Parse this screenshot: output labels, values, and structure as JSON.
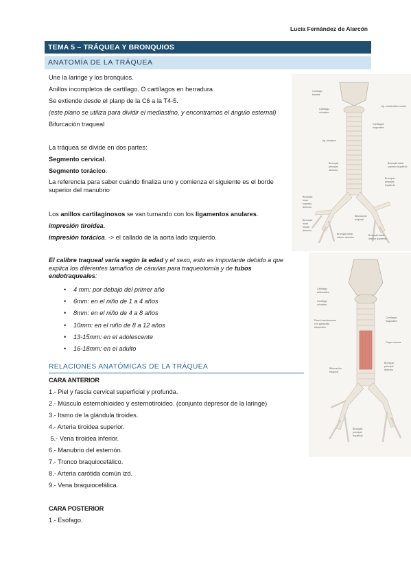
{
  "header": {
    "author": "Lucía Fernández de Alarcón"
  },
  "title": "TEMA 5 – TRÁQUEA Y BRONQUIOS",
  "section1": {
    "heading": "ANATOMÍA DE LA TRÁQUEA"
  },
  "intro": {
    "l1": "Une la laringe y los bronquios.",
    "l2": "Anillos incompletos de cartílago. O cartílagos en herradura",
    "l3": "Se extiende desde el planp de la C6 a la T4-5.",
    "l4": "(este plano se utiliza para dividir el mediastino, y encontramos el ángulo esternal)",
    "l5": "Bifurcación traqueal"
  },
  "parts": {
    "l1": "La tráquea se divide en dos partes:",
    "seg_cervical": "Segmento cervical",
    "seg_toracico": "Segmento torácico",
    "dot": ".",
    "ref": "La referencia para saber cuándo finaliza uno y comienza el siguiente es el borde superior del manubrio"
  },
  "rings": {
    "pre": "Los ",
    "bold1": "anillos cartilaginosos",
    "mid": " se van turnando con los ",
    "bold2": "ligamentos anulares",
    "end": ".",
    "imp_tiroidea": "impresión tiroidea",
    "dot": ".",
    "imp_toracica": "impresión torácica",
    "toracica_rest": ". -> el callado de la aorta lado izquierdo."
  },
  "caliber": {
    "bold": "El calibre traqueal varía según la edad",
    "rest": " y el sexo, esto es importante debido a que explica los diferentes tamaños de cánulas para traqueotomía y de ",
    "bold2": "tubos endotraqueales",
    "colon": ":"
  },
  "ages": [
    "4 mm: por debajo del primer año",
    "6mm: en el niño de 1 a 4 años",
    "8mm: en el niño de 4 a 8 años",
    "10mm: en el niño de 8 a 12 años",
    "13-15mm: en el adolescente",
    "16-18mm: en el adulto"
  ],
  "section2": {
    "heading": "RELACIONES ANATÓMICAS DE LA TRÁQUEA"
  },
  "anterior": {
    "heading": "CARA ANTERIOR",
    "items": [
      "1.- Piel y fascia cervical superficial y profunda.",
      "2.- Músculo esternohioideo y esternotiroideo. (conjunto depresor de la laringe)",
      "3.- Itsmo de la glándula tiroides.",
      "4.- Arteria tiroidea superior.",
      " 5.- Vena tiroidea inferior.",
      "6.- Manubrio del esternón.",
      "7.- Tronco braquiocefálico.",
      "8.- Arteria carótida común izd.",
      "9.- Vena braquiocefálica."
    ]
  },
  "posterior": {
    "heading": "CARA POSTERIOR",
    "items": [
      "1.- Esófago."
    ]
  },
  "figure1": {
    "labels": [
      "Cartílago tiroides",
      "Lig. cricotiroideo medio",
      "Cartílago cricoides",
      "Cartílagos traqueales",
      "Lig. anulares",
      "Bronquio principal derecho",
      "Bronquio lobar superior izquierdo",
      "Bronquio principal izquierdo",
      "Bronquio lobar superior derecho",
      "Bronquio lobar medio derecho",
      "Bifurcación traqueal",
      "Bronquio lobar inferior derecho",
      "Bronquio lobar inferior izquierdo"
    ]
  },
  "figure2": {
    "labels": [
      "Cartílago aritenoides",
      "Cartílago cricoides",
      "Pared membranosa con glándulas traqueales",
      "Cartílagos traqueales",
      "Capa mucosa",
      "Bifurcación traqueal",
      "Bronquio principal derecho",
      "Bronquio principal izquierdo"
    ]
  }
}
